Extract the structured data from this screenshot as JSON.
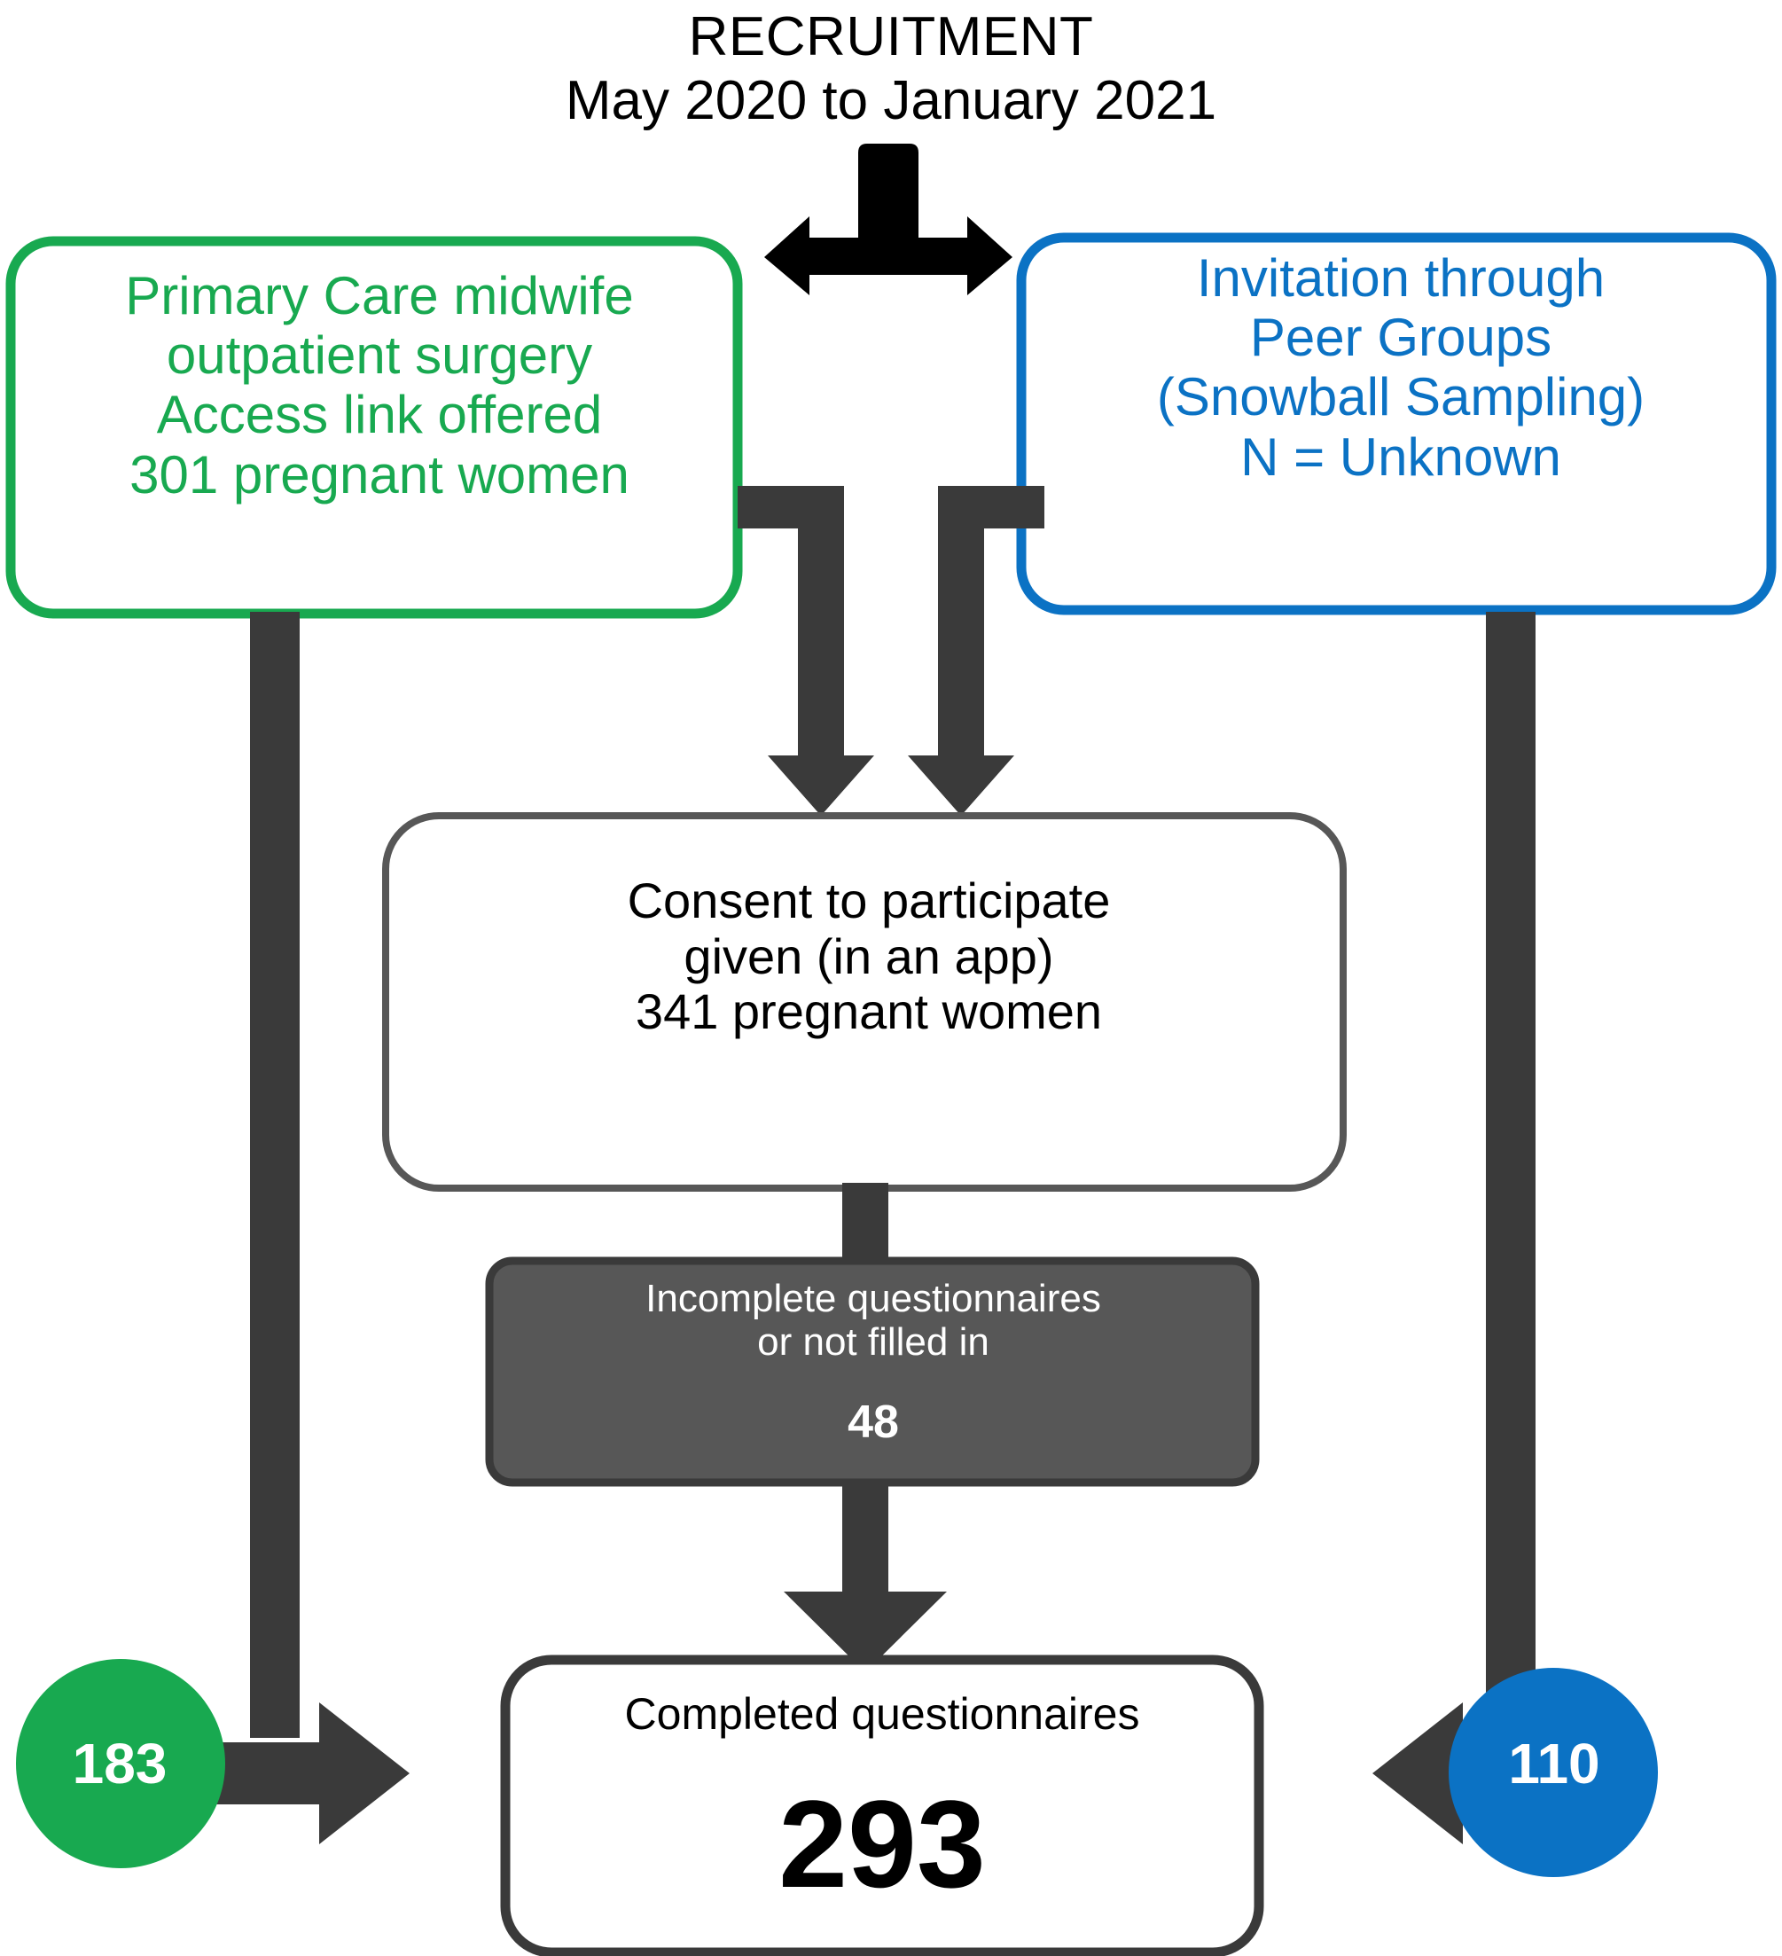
{
  "header": {
    "title": "RECRUITMENT",
    "period": "May 2020 to January 2021"
  },
  "colors": {
    "green": "#18a950",
    "blue": "#0b72c4",
    "connector_gray": "#3a3a3a",
    "exclusion_fill": "#575757",
    "consent_border": "#575757",
    "black": "#000000",
    "white": "#ffffff"
  },
  "nodes": {
    "source_primary_care": {
      "text": "Primary Care midwife\noutpatient surgery\nAccess link offered\n301 pregnant women",
      "count": 301,
      "color": "#18a950"
    },
    "source_peer_groups": {
      "text": "Invitation through\nPeer Groups\n(Snowball Sampling)\nN = Unknown",
      "count": "Unknown",
      "color": "#0b72c4"
    },
    "consent": {
      "text": "Consent to participate\ngiven (in an app)\n341 pregnant women",
      "count": 341
    },
    "exclusion": {
      "text": "Incomplete questionnaires\nor not filled in",
      "count": "48"
    },
    "completed": {
      "label": "Completed questionnaires",
      "count": "293"
    }
  },
  "badges": {
    "from_primary_care": "183",
    "from_peer_groups": "110"
  },
  "chart_data": {
    "type": "flowchart",
    "title": "RECRUITMENT",
    "subtitle": "May 2020 to January 2021",
    "nodes": [
      {
        "id": "primary_care",
        "label": "Primary Care midwife outpatient surgery Access link offered",
        "value": 301,
        "unit": "pregnant women",
        "color": "#18a950"
      },
      {
        "id": "peer_groups",
        "label": "Invitation through Peer Groups (Snowball Sampling)",
        "value": "Unknown",
        "unit": "N",
        "color": "#0b72c4"
      },
      {
        "id": "consent",
        "label": "Consent to participate given (in an app)",
        "value": 341,
        "unit": "pregnant women",
        "color": "#ffffff"
      },
      {
        "id": "exclusion",
        "label": "Incomplete questionnaires or not filled in",
        "value": 48,
        "color": "#575757"
      },
      {
        "id": "completed",
        "label": "Completed questionnaires",
        "value": 293,
        "color": "#ffffff"
      }
    ],
    "edges": [
      {
        "from": "recruitment",
        "to": "primary_care"
      },
      {
        "from": "recruitment",
        "to": "peer_groups"
      },
      {
        "from": "primary_care",
        "to": "consent"
      },
      {
        "from": "peer_groups",
        "to": "consent"
      },
      {
        "from": "consent",
        "to": "exclusion"
      },
      {
        "from": "exclusion",
        "to": "completed"
      },
      {
        "from": "primary_care",
        "to": "completed",
        "value": 183,
        "color": "#18a950"
      },
      {
        "from": "peer_groups",
        "to": "completed",
        "value": 110,
        "color": "#0b72c4"
      }
    ]
  }
}
